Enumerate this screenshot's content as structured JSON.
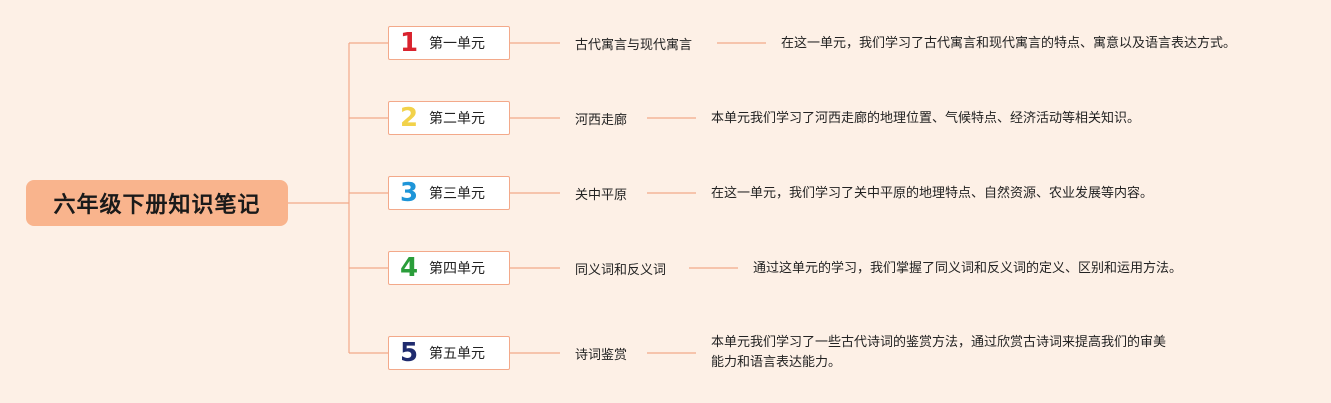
{
  "title": "六年级下册知识笔记",
  "colors": {
    "background": "#fdf0e6",
    "root_fill": "#f9b48d",
    "connector": "#f3a98a",
    "unit_border": "#f3a98a"
  },
  "units": [
    {
      "number": "1",
      "number_color": "#d9232e",
      "label": "第一单元",
      "topic": "古代寓言与现代寓言",
      "notes": [
        "在这一单元，我们学习了古代寓言和现代寓言的特点、寓意以及语言表达方式。"
      ]
    },
    {
      "number": "2",
      "number_color": "#f2d24a",
      "label": "第二单元",
      "topic": "河西走廊",
      "notes": [
        "本单元我们学习了河西走廊的地理位置、气候特点、经济活动等相关知识。"
      ]
    },
    {
      "number": "3",
      "number_color": "#1e95d8",
      "label": "第三单元",
      "topic": "关中平原",
      "notes": [
        "在这一单元，我们学习了关中平原的地理特点、自然资源、农业发展等内容。"
      ]
    },
    {
      "number": "4",
      "number_color": "#2a9d3a",
      "label": "第四单元",
      "topic": "同义词和反义词",
      "notes": [
        "通过这单元的学习，我们掌握了同义词和反义词的定义、区别和运用方法。"
      ]
    },
    {
      "number": "5",
      "number_color": "#1f2b6e",
      "label": "第五单元",
      "topic": "诗词鉴赏",
      "notes": [
        "本单元我们学习了一些古代诗词的鉴赏方法，通过欣赏古诗词来提高我们的审美",
        "能力和语言表达能力。"
      ]
    }
  ]
}
